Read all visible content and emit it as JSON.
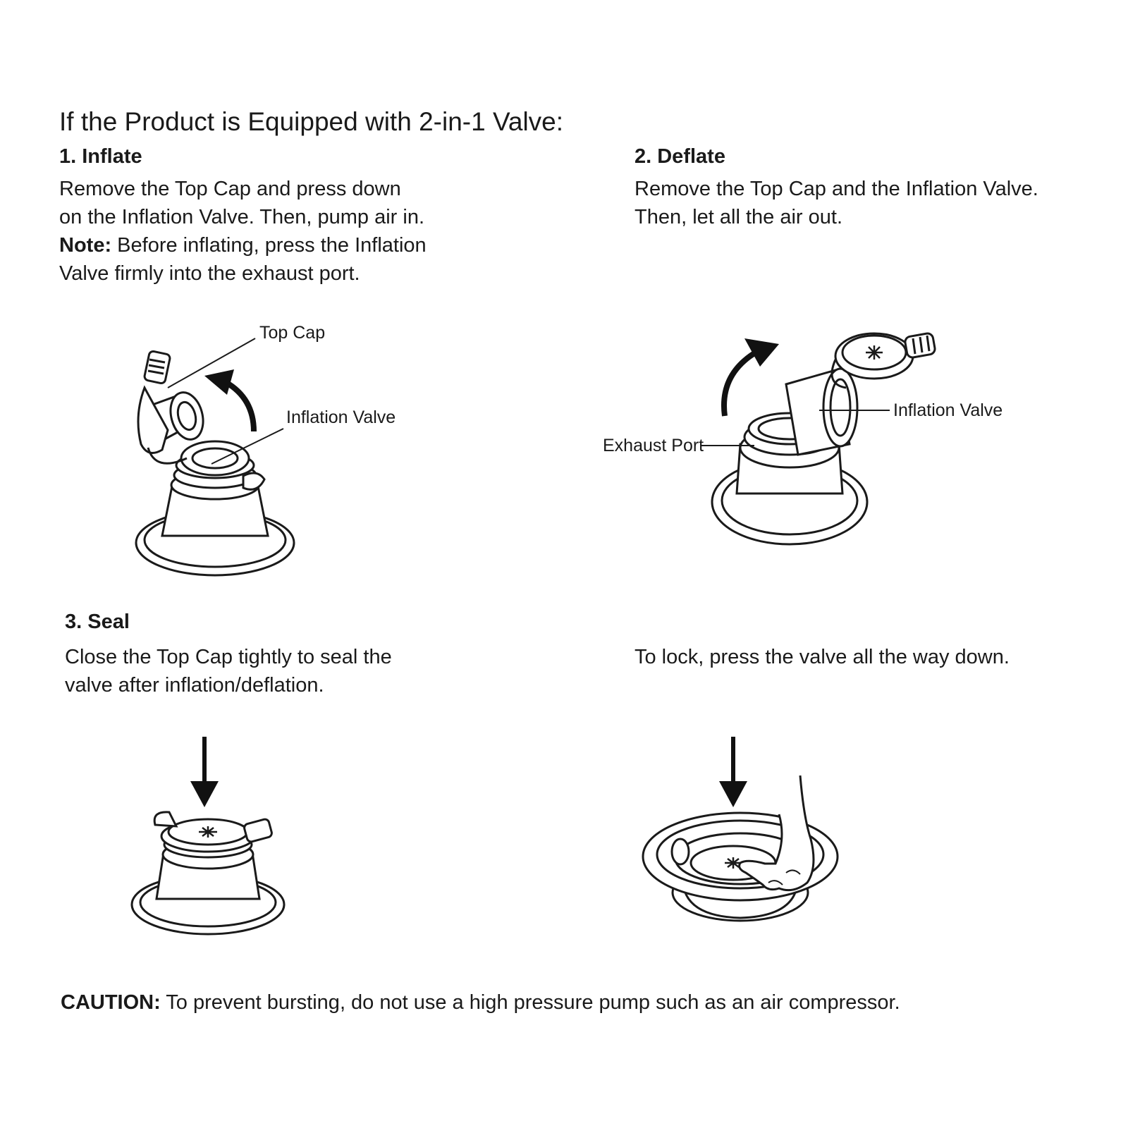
{
  "title": "If the Product is Equipped with 2-in-1 Valve:",
  "steps": {
    "inflate": {
      "heading": "1. Inflate",
      "lines": [
        "Remove the Top Cap and press down",
        "on the Inflation Valve. Then, pump air in."
      ],
      "note_label": "Note:",
      "note_line1": " Before inflating, press the Inflation",
      "note_line2": "Valve firmly into the exhaust port.",
      "callouts": {
        "top_cap": "Top Cap",
        "inflation_valve": "Inflation Valve"
      }
    },
    "deflate": {
      "heading": "2. Deflate",
      "lines": [
        "Remove the Top Cap and the Inflation Valve.",
        "Then, let all the air out."
      ],
      "callouts": {
        "inflation_valve": "Inflation Valve",
        "exhaust_port": "Exhaust Port"
      }
    },
    "seal": {
      "heading": "3. Seal",
      "lines": [
        "Close the Top Cap tightly to seal the",
        "valve after inflation/deflation."
      ]
    },
    "lock": {
      "lines": [
        "To lock, press the valve all the way down."
      ]
    }
  },
  "caution": {
    "label": "CAUTION:",
    "text": " To prevent bursting, do not use a high pressure pump such as an air compressor."
  }
}
